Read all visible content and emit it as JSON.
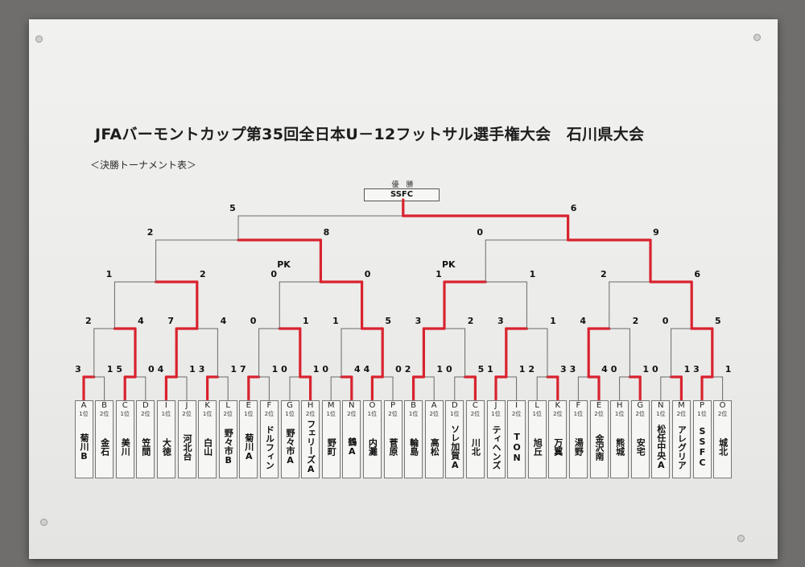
{
  "poster": {
    "title": "JFAバーモントカップ第35回全日本U－12フットサル選手権大会　石川県大会",
    "subtitle": "＜決勝トーナメント表＞",
    "champion_label": "優　勝",
    "champion": "SSFC"
  },
  "teams": [
    {
      "code": "A",
      "rank": "1位",
      "name": "菊川B"
    },
    {
      "code": "B",
      "rank": "2位",
      "name": "金石"
    },
    {
      "code": "C",
      "rank": "1位",
      "name": "美川"
    },
    {
      "code": "D",
      "rank": "2位",
      "name": "笠間"
    },
    {
      "code": "I",
      "rank": "1位",
      "name": "大徳"
    },
    {
      "code": "J",
      "rank": "2位",
      "name": "河北台"
    },
    {
      "code": "K",
      "rank": "1位",
      "name": "白山"
    },
    {
      "code": "L",
      "rank": "2位",
      "name": "野々市B"
    },
    {
      "code": "E",
      "rank": "1位",
      "name": "菊川A"
    },
    {
      "code": "F",
      "rank": "2位",
      "name": "ドルフィン"
    },
    {
      "code": "G",
      "rank": "1位",
      "name": "野々市A"
    },
    {
      "code": "H",
      "rank": "2位",
      "name": "フェリーズA"
    },
    {
      "code": "M",
      "rank": "1位",
      "name": "野町"
    },
    {
      "code": "N",
      "rank": "2位",
      "name": "鶴A"
    },
    {
      "code": "O",
      "rank": "1位",
      "name": "内灘"
    },
    {
      "code": "P",
      "rank": "2位",
      "name": "菅原"
    },
    {
      "code": "B",
      "rank": "1位",
      "name": "輪島"
    },
    {
      "code": "A",
      "rank": "2位",
      "name": "高松"
    },
    {
      "code": "D",
      "rank": "1位",
      "name": "ソレ加賀A"
    },
    {
      "code": "C",
      "rank": "2位",
      "name": "川北"
    },
    {
      "code": "J",
      "rank": "1位",
      "name": "ティヘンズ"
    },
    {
      "code": "I",
      "rank": "2位",
      "name": "TON"
    },
    {
      "code": "L",
      "rank": "1位",
      "name": "旭丘"
    },
    {
      "code": "K",
      "rank": "2位",
      "name": "万翼"
    },
    {
      "code": "F",
      "rank": "1位",
      "name": "湯野"
    },
    {
      "code": "E",
      "rank": "2位",
      "name": "金沢南"
    },
    {
      "code": "H",
      "rank": "1位",
      "name": "熊城"
    },
    {
      "code": "G",
      "rank": "2位",
      "name": "安宅"
    },
    {
      "code": "N",
      "rank": "1位",
      "name": "松任中央A"
    },
    {
      "code": "M",
      "rank": "2位",
      "name": "アレグリア"
    },
    {
      "code": "P",
      "rank": "1位",
      "name": "SSFC"
    },
    {
      "code": "O",
      "rank": "2位",
      "name": "城北"
    }
  ],
  "scores": {
    "r1": [
      "3",
      "1",
      "5",
      "0",
      "4",
      "1",
      "3",
      "1",
      "7",
      "1",
      "0",
      "1",
      "0",
      "4",
      "4",
      "0",
      "2",
      "1",
      "0",
      "5",
      "1",
      "1",
      "2",
      "3",
      "3",
      "4",
      "0",
      "1",
      "0",
      "1",
      "3",
      "1"
    ],
    "r2": [
      "2",
      "4",
      "7",
      "4",
      "0",
      "1",
      "1",
      "5",
      "3",
      "2",
      "3",
      "1",
      "4",
      "2",
      "0",
      "5"
    ],
    "r3": [
      "1",
      "2",
      "0",
      "0",
      "1",
      "1",
      "2",
      "6"
    ],
    "r4": [
      "2",
      "8",
      "0",
      "9"
    ],
    "final": [
      "5",
      "6"
    ],
    "pk": [
      "PK",
      "PK"
    ]
  },
  "colors": {
    "wall": "#6f6e6c",
    "paper": "#eeeeec",
    "winner_line": "#d9232f",
    "bracket_line": "#6a6a6a"
  }
}
